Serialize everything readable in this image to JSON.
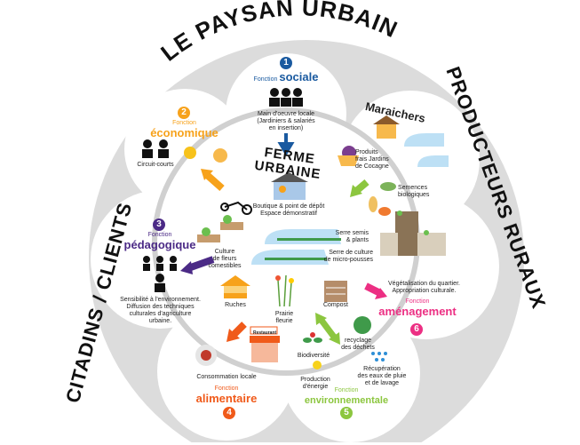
{
  "title": "LE PAYSAN URBAIN",
  "right_label": "PRODUCTEURS RURAUX",
  "left_label": "CITADINS / CLIENTS",
  "center": {
    "title": "FERME URBAINE",
    "items": [
      "Boutique & point de dépôt\nEspace démonstratif",
      "Serre semis\n& plants",
      "Serre de culture\nde micro-pousses",
      "Culture\nde fleurs\ncomestibles",
      "Ruches",
      "Prairie\nfleurie",
      "Compost"
    ]
  },
  "maraichers": {
    "title": "Maraichers",
    "products": "Produits\nfrais Jardins\nde Cocagne",
    "seeds": "Semences\nbiologiques"
  },
  "functions": [
    {
      "num": "1",
      "prefix": "Fonction",
      "name": "sociale",
      "color": "#1a5aa0",
      "text": "Main d'oeuvre locale\n(Jardiniers & salariés\nen insertion)"
    },
    {
      "num": "2",
      "prefix": "Fonction",
      "name": "économique",
      "color": "#f7a21b",
      "text": "Circuit-courts"
    },
    {
      "num": "3",
      "prefix": "Fonction",
      "name": "pédagogique",
      "color": "#4b2a86",
      "text": "Sensibilité à l'environnement.\nDiffusion des techniques\nculturales d'agriculture\nurbaine."
    },
    {
      "num": "4",
      "prefix": "Fonction",
      "name": "alimentaire",
      "color": "#f05a1a",
      "text": "Consommation locale",
      "sign": "Restaurant"
    },
    {
      "num": "5",
      "prefix": "Fonction",
      "name": "environnementale",
      "color": "#8cc63f",
      "items": [
        "Biodiversité",
        "Production\nd'énergie",
        "recyclage\ndes déchets",
        "Récupération\ndes eaux de pluie\net de lavage"
      ]
    },
    {
      "num": "6",
      "prefix": "Fonction",
      "name": "aménagement",
      "color": "#ec2f83",
      "text": "Végétalisation du quartier.\nAppropriation culturale."
    }
  ]
}
